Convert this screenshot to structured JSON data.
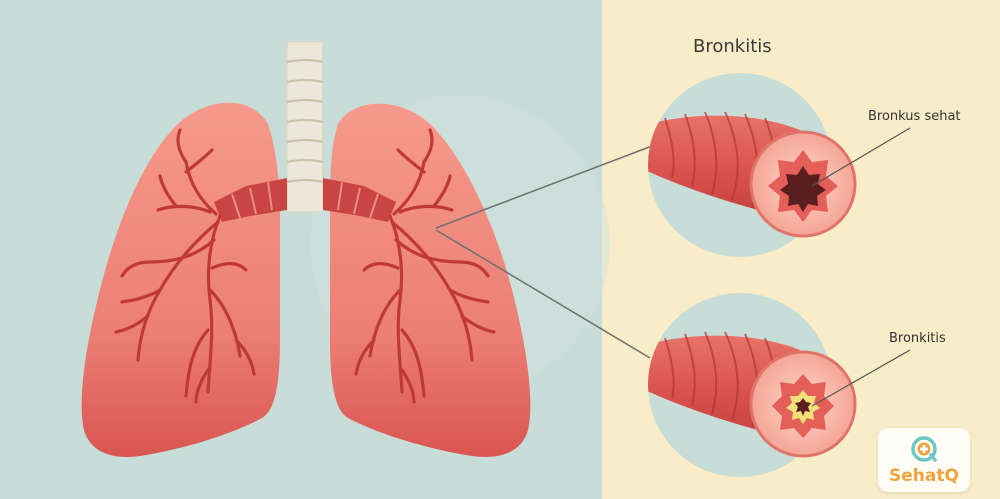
{
  "title": "Bronkitis",
  "labels": {
    "healthy": "Bronkus sehat",
    "bronchitis": "Bronkitis"
  },
  "logo": {
    "text": "SehatQ",
    "icon": "plus-in-circle-icon"
  },
  "colors": {
    "left_background": "#c8ddd8",
    "right_background": "#f9ecc8",
    "lung": "#ea7b72",
    "bronchi": "#c0393a",
    "trachea": "#ece7d8",
    "logo_orange": "#f0a33a",
    "logo_teal": "#6ec6c4",
    "inflammation": "#f3e07a"
  }
}
